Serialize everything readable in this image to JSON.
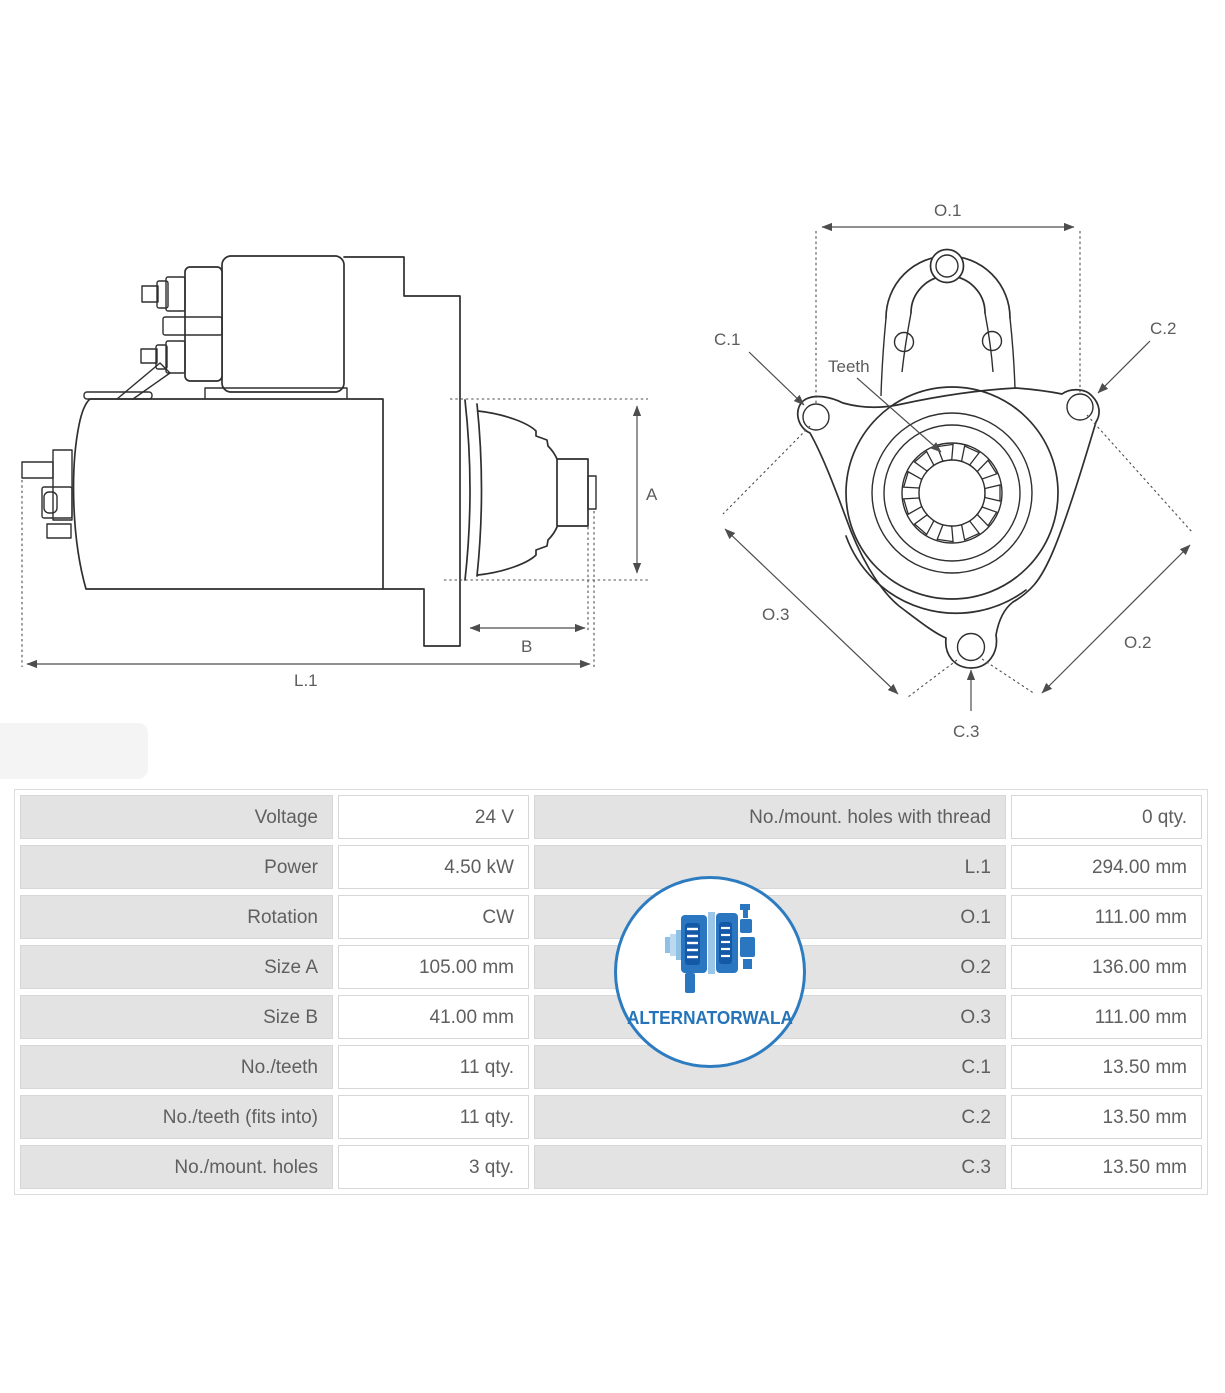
{
  "brand": {
    "logo_text": "ALTERNATORWALA"
  },
  "diagrams": {
    "side_view": {
      "labels": {
        "a": "A",
        "b": "B",
        "l1": "L.1"
      }
    },
    "front_view": {
      "labels": {
        "o1": "O.1",
        "o2": "O.2",
        "o3": "O.3",
        "c1": "C.1",
        "c2": "C.2",
        "c3": "C.3",
        "teeth": "Teeth"
      }
    }
  },
  "specs": {
    "left": [
      {
        "label": "Voltage",
        "value": "24 V"
      },
      {
        "label": "Power",
        "value": "4.50 kW"
      },
      {
        "label": "Rotation",
        "value": "CW"
      },
      {
        "label": "Size A",
        "value": "105.00 mm"
      },
      {
        "label": "Size B",
        "value": "41.00 mm"
      },
      {
        "label": "No./teeth",
        "value": "11 qty."
      },
      {
        "label": "No./teeth (fits into)",
        "value": "11 qty."
      },
      {
        "label": "No./mount. holes",
        "value": "3 qty."
      }
    ],
    "right": [
      {
        "label": "No./mount. holes with thread",
        "value": "0 qty."
      },
      {
        "label": "L.1",
        "value": "294.00 mm"
      },
      {
        "label": "O.1",
        "value": "111.00 mm"
      },
      {
        "label": "O.2",
        "value": "136.00 mm"
      },
      {
        "label": "O.3",
        "value": "111.00 mm"
      },
      {
        "label": "C.1",
        "value": "13.50 mm"
      },
      {
        "label": "C.2",
        "value": "13.50 mm"
      },
      {
        "label": "C.3",
        "value": "13.50 mm"
      }
    ]
  },
  "colors": {
    "accent_blue": "#2e7cc0",
    "logo_blue_dark": "#1458a8",
    "logo_blue_mid": "#2a76c0",
    "logo_blue_light": "#8fc0e6",
    "table_label_bg": "#e3e3e3",
    "table_border": "#d7d7d7",
    "drawing_line": "#2f2f2f",
    "dimension_line": "#4d4d4d",
    "text_gray": "#5f5f5f"
  }
}
